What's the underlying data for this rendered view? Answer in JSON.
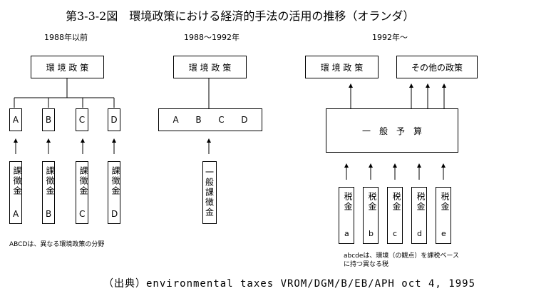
{
  "title": "第3-3-2図　環境政策における経済的手法の活用の推移（オランダ）",
  "periods": {
    "p1": "1988年以前",
    "p2": "1988〜1992年",
    "p3": "1992年〜"
  },
  "p1": {
    "policy_box": "環 境 政 策",
    "areas": [
      "A",
      "B",
      "C",
      "D"
    ],
    "levies": [
      {
        "text": "課徴金",
        "letter": "A"
      },
      {
        "text": "課徴金",
        "letter": "B"
      },
      {
        "text": "課徴金",
        "letter": "C"
      },
      {
        "text": "課徴金",
        "letter": "D"
      }
    ],
    "note": "ABCDは、異なる環境政策の分野"
  },
  "p2": {
    "policy_box": "環 境 政 策",
    "areas_combined": "A  B  C  D",
    "levy_vertical": "一般課徴金"
  },
  "p3": {
    "policy_box": "環 境 政 策",
    "other_policy_box": "その他の政策",
    "general_budget": "一　般　予　算",
    "taxes": [
      {
        "text": "税金",
        "letter": "a"
      },
      {
        "text": "税金",
        "letter": "b"
      },
      {
        "text": "税金",
        "letter": "c"
      },
      {
        "text": "税金",
        "letter": "d"
      },
      {
        "text": "税金",
        "letter": "e"
      }
    ],
    "note_line1": "abcdeは、環境（の観点）を課税ベース",
    "note_line2": "に持つ異なる税"
  },
  "source": "（出典）environmental taxes VROM/DGM/B/EB/APH oct 4, 1995"
}
